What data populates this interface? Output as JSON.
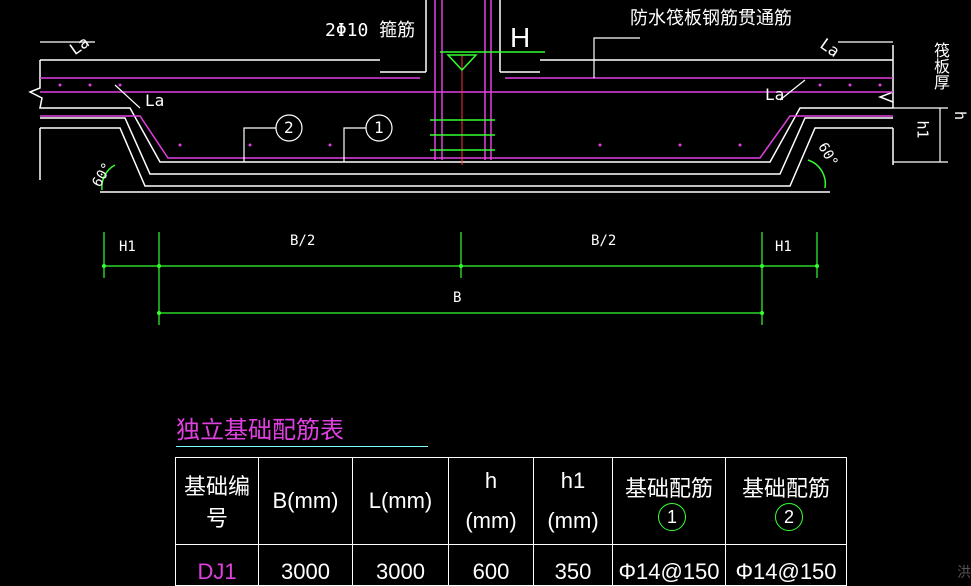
{
  "drawing": {
    "stirrup_note": "2Φ10 箍筋",
    "waterproof_note": "防水筏板钢筋贯通筋",
    "raft_thickness_note": "筏板厚",
    "label_H": "H",
    "label_La": "La",
    "label_h": "h",
    "label_h1": "h1",
    "angle": "60°",
    "bar_tag_1": "1",
    "bar_tag_2": "2"
  },
  "dimensions": {
    "H1_left": "H1",
    "B_half_left": "B/2",
    "B_half_right": "B/2",
    "H1_right": "H1",
    "B_total": "B"
  },
  "table": {
    "title": "独立基础配筋表",
    "headers": {
      "code": "基础编号",
      "B": "B(mm)",
      "L": "L(mm)",
      "h": "h",
      "h_unit": "(mm)",
      "h1": "h1",
      "h1_unit": "(mm)",
      "rebar1": "基础配筋",
      "rebar1_tag": "1",
      "rebar2": "基础配筋",
      "rebar2_tag": "2"
    },
    "rows": [
      {
        "code": "DJ1",
        "B": "3000",
        "L": "3000",
        "h": "600",
        "h1": "350",
        "rebar1": "Φ14@150",
        "rebar2": "Φ14@150"
      }
    ]
  },
  "watermark": "洪"
}
